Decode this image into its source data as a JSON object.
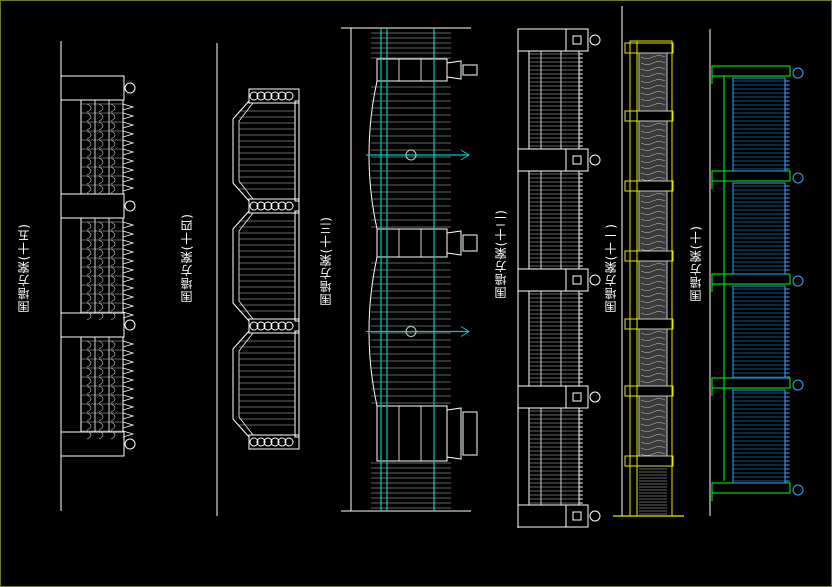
{
  "colors": {
    "background": "#000000",
    "white": "#ffffff",
    "gray": "#c8c8c8",
    "cyan": "#00c8c8",
    "yellow": "#e8e800",
    "green": "#00ff00",
    "blue": "#3aa0ff",
    "frame": "#6a7a2a"
  },
  "schemes": [
    {
      "id": "15",
      "label": "围墙方案(十五)"
    },
    {
      "id": "14",
      "label": "围墙方案(十四)"
    },
    {
      "id": "13",
      "label": "围墙方案(十三)"
    },
    {
      "id": "12",
      "label": "围墙方案(十二)"
    },
    {
      "id": "11",
      "label": "围墙方案(十一)"
    },
    {
      "id": "10",
      "label": "围墙方案(十)"
    }
  ]
}
